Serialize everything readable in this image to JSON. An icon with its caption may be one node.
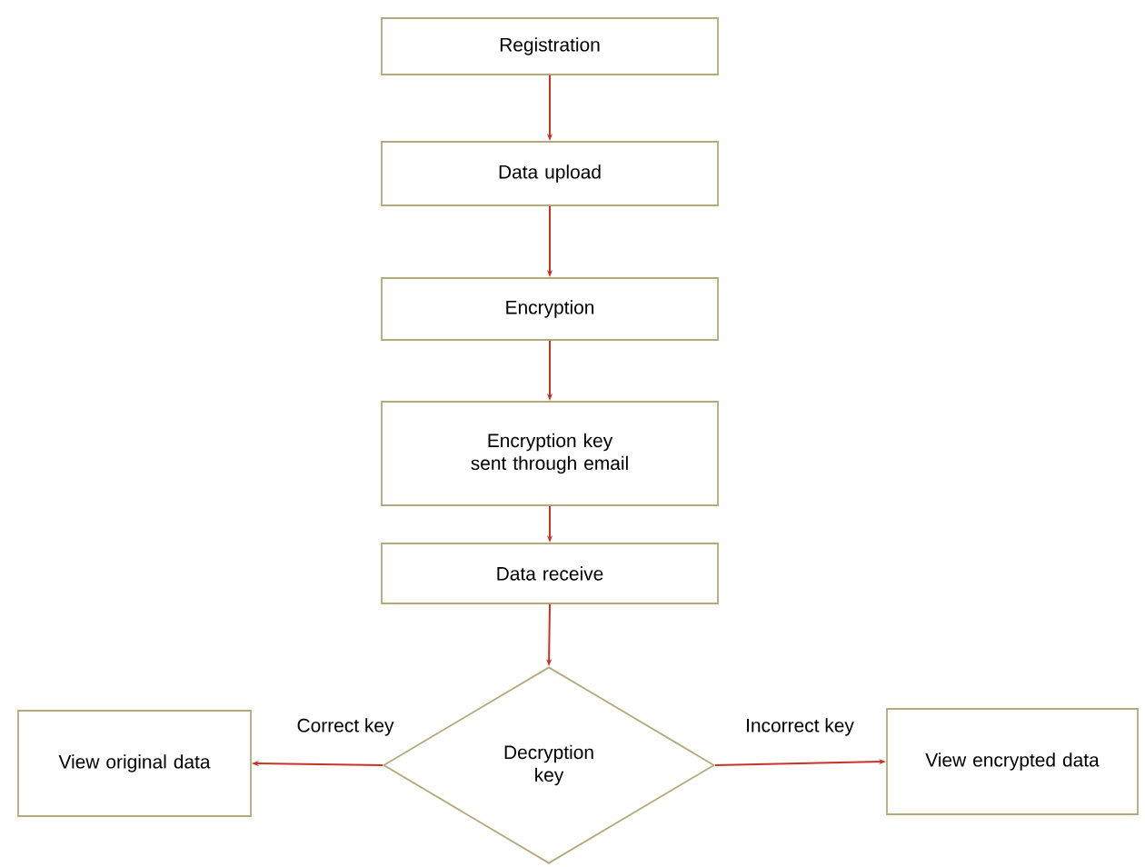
{
  "diagram": {
    "nodes": [
      {
        "text": [
          "Registration"
        ]
      },
      {
        "text": [
          "Data upload"
        ]
      },
      {
        "text": [
          "Encryption"
        ]
      },
      {
        "text": [
          "Encryption key sent through email"
        ]
      },
      {
        "text": [
          "Data receive"
        ]
      },
      {
        "text": [
          "Decryption key"
        ]
      },
      {
        "text": [
          "View original data"
        ]
      },
      {
        "text": [
          "View encrypted data"
        ]
      }
    ],
    "edges": [
      {
        "from": 0,
        "to": 1,
        "arrow": "to"
      },
      {
        "from": 1,
        "to": 2,
        "arrow": "to"
      },
      {
        "from": 2,
        "to": 3,
        "arrow": "to"
      },
      {
        "from": 3,
        "to": 4,
        "arrow": "to"
      },
      {
        "from": 4,
        "to": 5,
        "arrow": "to"
      },
      {
        "from": 5,
        "to": 6,
        "arrow": "to",
        "label": "Correct key"
      },
      {
        "from": 5,
        "to": 7,
        "arrow": "to",
        "label": "Incorrect key"
      }
    ]
  }
}
